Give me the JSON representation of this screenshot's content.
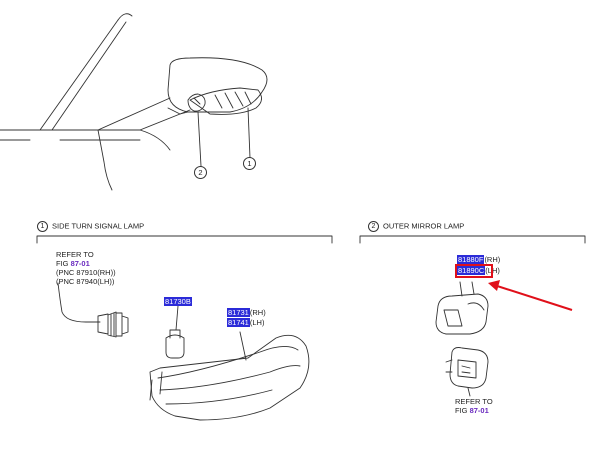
{
  "callouts": {
    "one": "1",
    "two": "2"
  },
  "sections": {
    "side_turn_signal": {
      "num": "1",
      "title": "SIDE TURN SIGNAL LAMP"
    },
    "outer_mirror": {
      "num": "2",
      "title": "OUTER MIRROR LAMP"
    }
  },
  "refer_left": {
    "line1": "REFER TO",
    "fig_prefix": "FIG ",
    "fig_no": "87-01",
    "line3": "(PNC 87910(RH))",
    "line4": "(PNC 87940(LH))"
  },
  "parts": {
    "bulb": "81730B",
    "lamp_rh": "81731",
    "lamp_rh_suffix": "(RH)",
    "lamp_lh": "81741",
    "lamp_lh_suffix": "(LH)",
    "mirror_rh": "81880F",
    "mirror_rh_suffix": "(RH)",
    "mirror_lh": "81890C",
    "mirror_lh_suffix": "(LH)"
  },
  "refer_right": {
    "line1": "REFER TO",
    "fig_prefix": "FIG ",
    "fig_no": "87-01"
  },
  "colors": {
    "part_highlight": "#2b2bd8",
    "fig_ref": "#6a2bbf",
    "annotation": "#e0101a"
  }
}
